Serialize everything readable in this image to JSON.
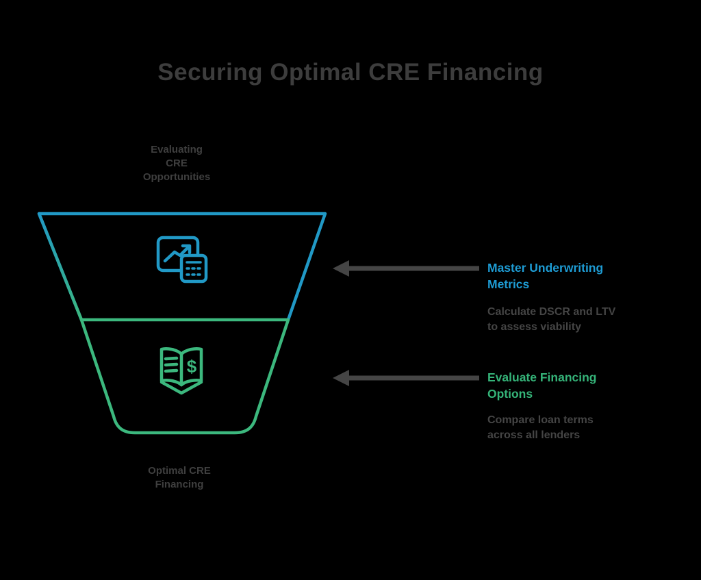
{
  "title": "Securing Optimal CRE Financing",
  "colors": {
    "background": "#000000",
    "blue": "#2199c6",
    "green": "#3cb87e",
    "blue_text": "#1e9cd4",
    "green_text": "#35b479",
    "dark_text": "#3d3d3d",
    "body_text": "#454545",
    "arrow": "#454545"
  },
  "funnel": {
    "top_label_lines": [
      "Evaluating",
      "CRE",
      "Opportunities"
    ],
    "bottom_label_lines": [
      "Optimal CRE",
      "Financing"
    ],
    "stages": [
      {
        "name": "underwriting-metrics",
        "icon": "chart-metrics-calculator-icon",
        "color": "#2199c6"
      },
      {
        "name": "financing-options",
        "icon": "open-book-dollar-icon",
        "color": "#3cb87e"
      }
    ],
    "dollar_glyph": "$"
  },
  "callouts": [
    {
      "heading": "Master Underwriting Metrics",
      "heading_lines": [
        "Master Underwriting",
        "Metrics"
      ],
      "body_lines": [
        "Calculate DSCR and LTV",
        "to assess viability"
      ],
      "color": "#1e9cd4"
    },
    {
      "heading": "Evaluate Financing Options",
      "heading_lines": [
        "Evaluate Financing",
        "Options"
      ],
      "body_lines": [
        "Compare loan terms",
        "across all lenders"
      ],
      "color": "#35b479"
    }
  ]
}
